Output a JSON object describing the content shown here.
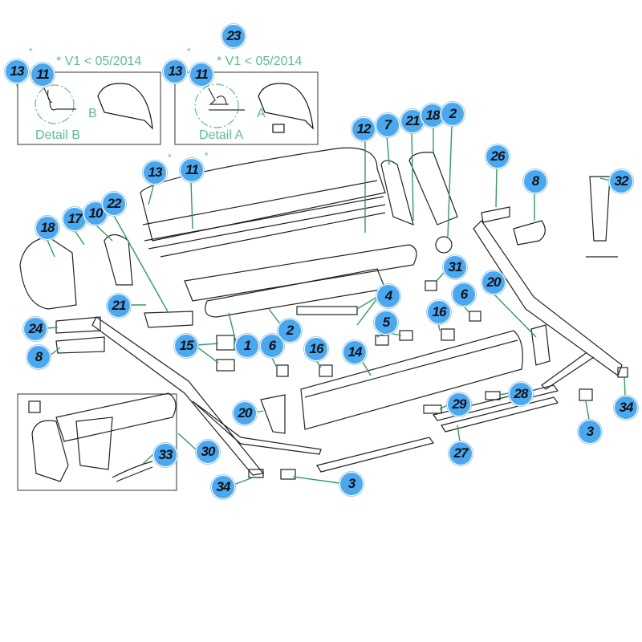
{
  "details": {
    "box_b": {
      "version_note": "* V1 < 05/2014",
      "detail_label": "Detail B",
      "marker": "B"
    },
    "box_a": {
      "version_note": "* V1 < 05/2014",
      "detail_label": "Detail A",
      "marker": "A"
    },
    "asterisk": "*"
  },
  "badges": [
    "13",
    "11",
    "23",
    "13",
    "11",
    "13",
    "11",
    "12",
    "7",
    "21",
    "18",
    "2",
    "26",
    "8",
    "32",
    "18",
    "17",
    "10",
    "22",
    "31",
    "4",
    "20",
    "6",
    "21",
    "24",
    "1",
    "2",
    "5",
    "16",
    "15",
    "6",
    "16",
    "14",
    "8",
    "20",
    "29",
    "28",
    "34",
    "3",
    "27",
    "30",
    "33",
    "34",
    "3"
  ],
  "colors": {
    "badge": "#4aa8f0",
    "leader": "#2e9e5a",
    "line_art": "#222222"
  }
}
